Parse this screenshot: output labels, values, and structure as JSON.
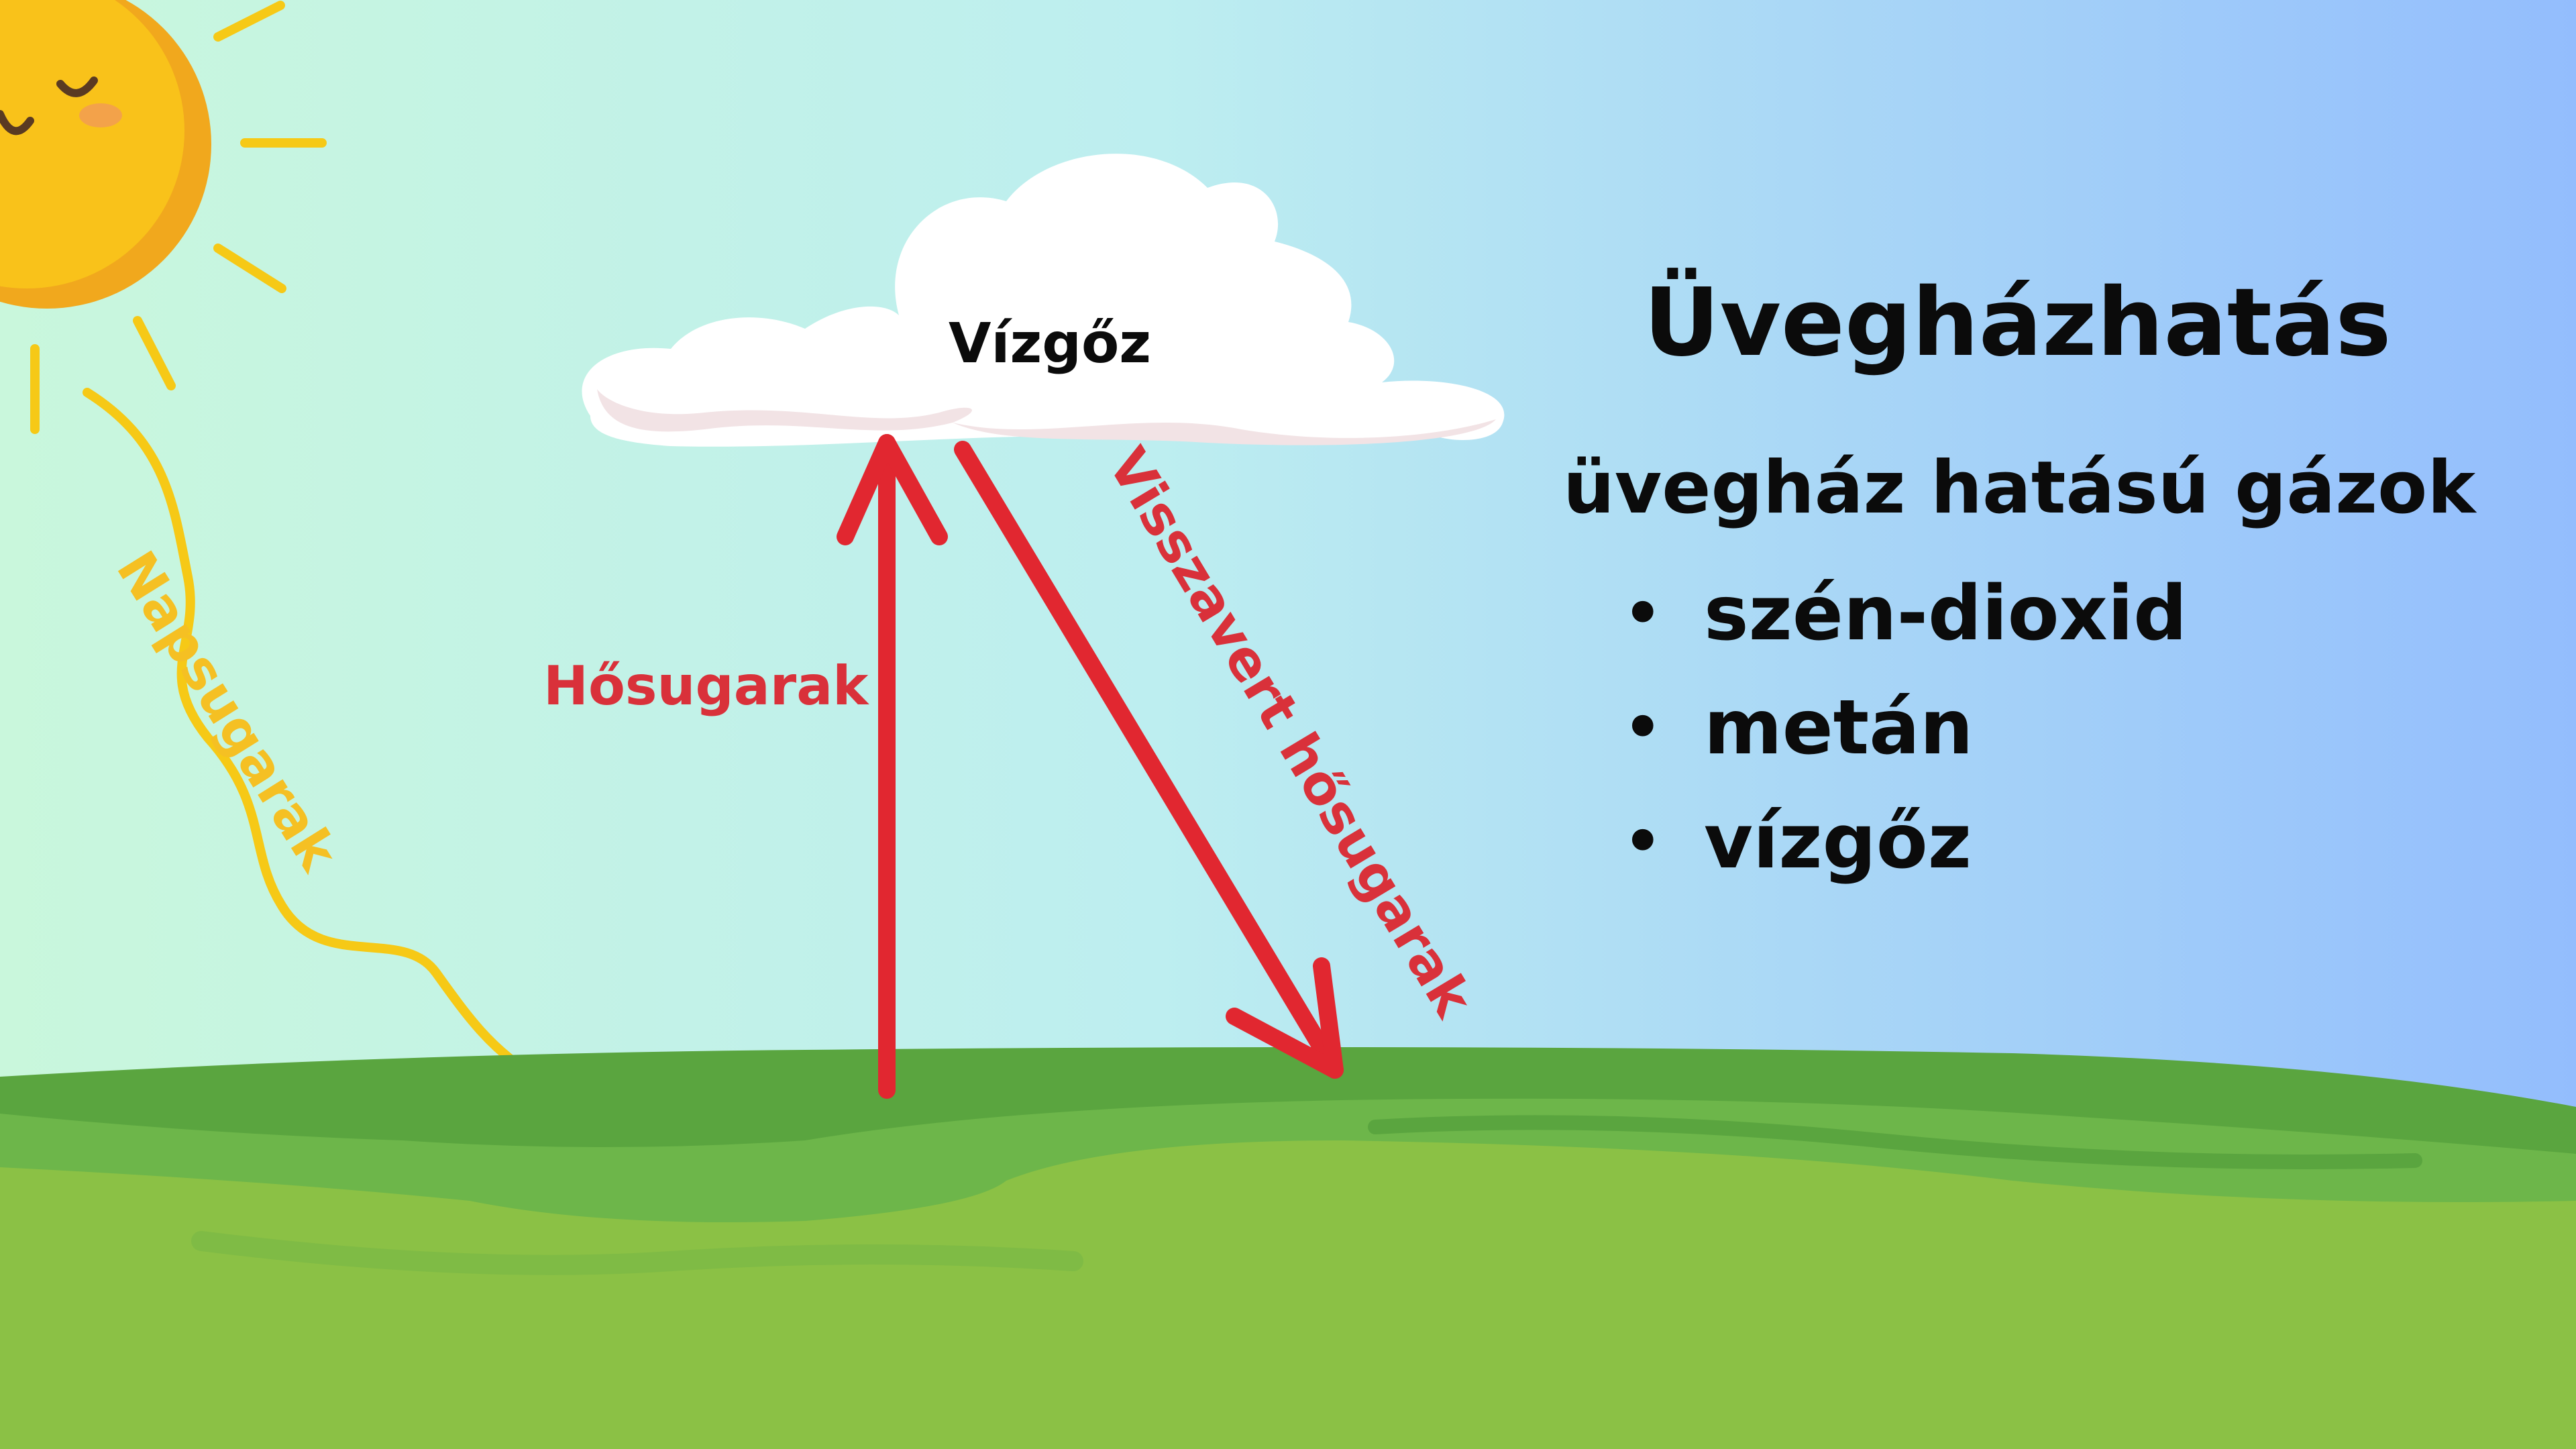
{
  "diagram": {
    "title": "Üvegházhatás",
    "subtitle": "üvegház hatású gázok",
    "gases": [
      "szén-dioxid",
      "metán",
      "vízgőz"
    ],
    "labels": {
      "cloud": "Vízgőz",
      "sunrays": "Napsugarak",
      "heat_rays": "Hősugarak",
      "reflected_heat_rays": "Visszavert hősugarak"
    }
  },
  "colors": {
    "sky_left": "#c9f7dc",
    "sky_mid": "#bdeef0",
    "sky_right": "#93bdfd",
    "sun": "#f9c21a",
    "sun_shade": "#f1a81d",
    "sunray_wave": "#f6c916",
    "sunray_label": "#f5c023",
    "arrow": "#e12730",
    "heat_label": "#d9313a",
    "grass_light": "#8bc145",
    "grass_dark": "#5aa53f",
    "grass_mid": "#6db64a",
    "cloud": "#ffffff",
    "cloud_shadow": "#f2e3e5",
    "text": "#0b0b0b"
  }
}
